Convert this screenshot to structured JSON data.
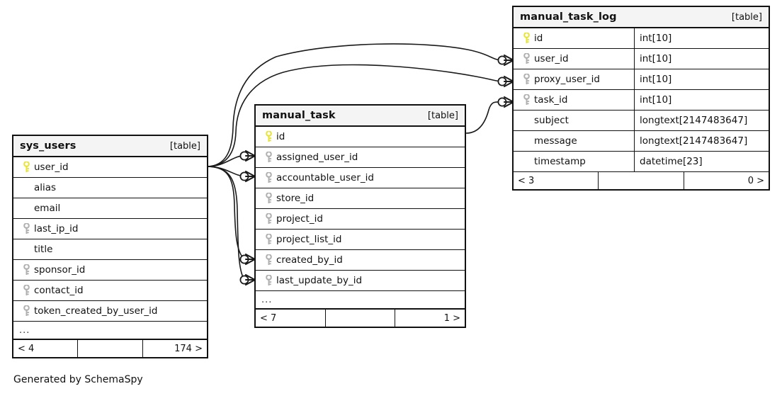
{
  "diagram": {
    "caption": "Generated by SchemaSpy",
    "table_tag": "[table]",
    "ellipsis": "...",
    "key_colors": {
      "primary": "#e8e337",
      "foreign": "#b0b0b0"
    },
    "line_color": "#1a1a1a"
  },
  "tables": {
    "sys_users": {
      "name": "sys_users",
      "tag": "[table]",
      "columns": [
        {
          "name": "user_id",
          "key": "primary",
          "type": ""
        },
        {
          "name": "alias",
          "key": "none",
          "type": ""
        },
        {
          "name": "email",
          "key": "none",
          "type": ""
        },
        {
          "name": "last_ip_id",
          "key": "foreign",
          "type": ""
        },
        {
          "name": "title",
          "key": "none",
          "type": ""
        },
        {
          "name": "sponsor_id",
          "key": "foreign",
          "type": ""
        },
        {
          "name": "contact_id",
          "key": "foreign",
          "type": ""
        },
        {
          "name": "token_created_by_user_id",
          "key": "foreign",
          "type": ""
        }
      ],
      "has_more": true,
      "footer": {
        "left": "< 4",
        "middle": "",
        "right": "174 >"
      }
    },
    "manual_task": {
      "name": "manual_task",
      "tag": "[table]",
      "columns": [
        {
          "name": "id",
          "key": "primary",
          "type": ""
        },
        {
          "name": "assigned_user_id",
          "key": "foreign",
          "type": ""
        },
        {
          "name": "accountable_user_id",
          "key": "foreign",
          "type": ""
        },
        {
          "name": "store_id",
          "key": "foreign",
          "type": ""
        },
        {
          "name": "project_id",
          "key": "foreign",
          "type": ""
        },
        {
          "name": "project_list_id",
          "key": "foreign",
          "type": ""
        },
        {
          "name": "created_by_id",
          "key": "foreign",
          "type": ""
        },
        {
          "name": "last_update_by_id",
          "key": "foreign",
          "type": ""
        }
      ],
      "has_more": true,
      "footer": {
        "left": "< 7",
        "middle": "",
        "right": "1 >"
      }
    },
    "manual_task_log": {
      "name": "manual_task_log",
      "tag": "[table]",
      "columns": [
        {
          "name": "id",
          "key": "primary",
          "type": "int[10]"
        },
        {
          "name": "user_id",
          "key": "foreign",
          "type": "int[10]"
        },
        {
          "name": "proxy_user_id",
          "key": "foreign",
          "type": "int[10]"
        },
        {
          "name": "task_id",
          "key": "foreign",
          "type": "int[10]"
        },
        {
          "name": "subject",
          "key": "none",
          "type": "longtext[2147483647]"
        },
        {
          "name": "message",
          "key": "none",
          "type": "longtext[2147483647]"
        },
        {
          "name": "timestamp",
          "key": "none",
          "type": "datetime[23]"
        }
      ],
      "has_more": false,
      "footer": {
        "left": "< 3",
        "middle": "",
        "right": "0 >"
      }
    }
  },
  "relationships": [
    {
      "from_table": "sys_users",
      "from_column": "user_id",
      "to_table": "manual_task",
      "to_column": "assigned_user_id"
    },
    {
      "from_table": "sys_users",
      "from_column": "user_id",
      "to_table": "manual_task",
      "to_column": "accountable_user_id"
    },
    {
      "from_table": "sys_users",
      "from_column": "user_id",
      "to_table": "manual_task",
      "to_column": "created_by_id"
    },
    {
      "from_table": "sys_users",
      "from_column": "user_id",
      "to_table": "manual_task",
      "to_column": "last_update_by_id"
    },
    {
      "from_table": "sys_users",
      "from_column": "user_id",
      "to_table": "manual_task_log",
      "to_column": "user_id"
    },
    {
      "from_table": "sys_users",
      "from_column": "user_id",
      "to_table": "manual_task_log",
      "to_column": "proxy_user_id"
    },
    {
      "from_table": "manual_task",
      "from_column": "id",
      "to_table": "manual_task_log",
      "to_column": "task_id"
    }
  ]
}
